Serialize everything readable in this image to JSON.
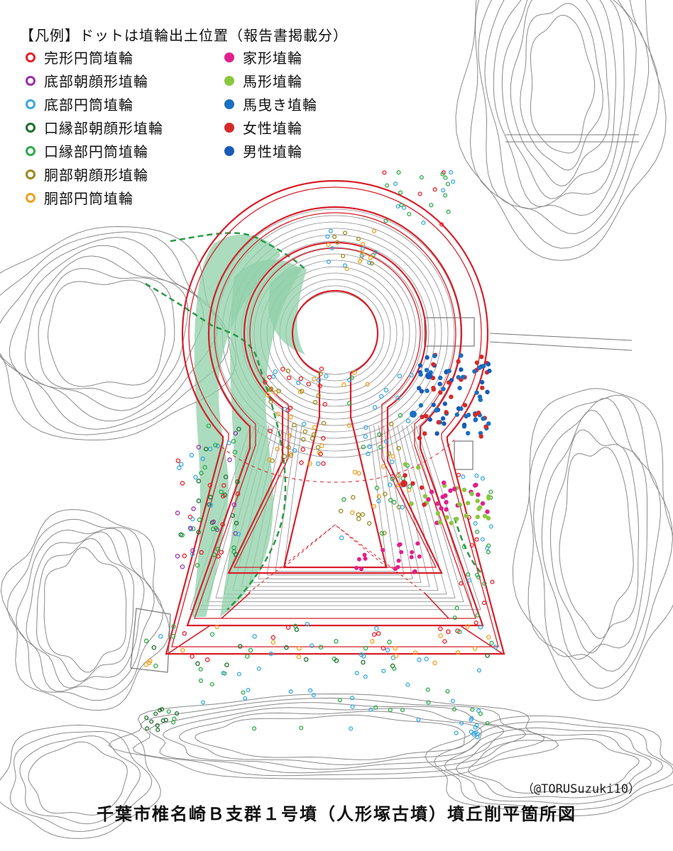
{
  "legend": {
    "title": "【凡例】ドットは埴輪出土位置（報告書掲載分）",
    "left_column": [
      {
        "label": "完形円筒埴輪",
        "marker": "ring",
        "color": "#e8202a"
      },
      {
        "label": "底部朝顔形埴輪",
        "marker": "ring",
        "color": "#9b2fa8"
      },
      {
        "label": "底部円筒埴輪",
        "marker": "ring",
        "color": "#3aa8e0"
      },
      {
        "label": "口縁部朝顔形埴輪",
        "marker": "ring",
        "color": "#1f6e2c"
      },
      {
        "label": "口縁部円筒埴輪",
        "marker": "ring",
        "color": "#2fa84a"
      },
      {
        "label": "胴部朝顔形埴輪",
        "marker": "ring",
        "color": "#9a8a20"
      },
      {
        "label": "胴部円筒埴輪",
        "marker": "ring",
        "color": "#f0a020"
      }
    ],
    "right_column": [
      {
        "label": "家形埴輪",
        "marker": "dot",
        "color": "#e0208c"
      },
      {
        "label": "馬形埴輪",
        "marker": "dot",
        "color": "#8cc63f"
      },
      {
        "label": "馬曳き埴輪",
        "marker": "dot",
        "color": "#1a6fc0"
      },
      {
        "label": "女性埴輪",
        "marker": "dot",
        "color": "#d42a2a"
      },
      {
        "label": "男性埴輪",
        "marker": "dot",
        "color": "#1a5ab8"
      }
    ]
  },
  "credit": "（@TORUSuzuki10）",
  "caption": "千葉市椎名崎Ｂ支群１号墳（人形塚古墳）墳丘削平箇所図",
  "colors": {
    "mound_outline": "#d81f2a",
    "removed_area": "#8fd0a8",
    "removed_edge": "#2a9a48",
    "contour": "#8a8a8a"
  }
}
